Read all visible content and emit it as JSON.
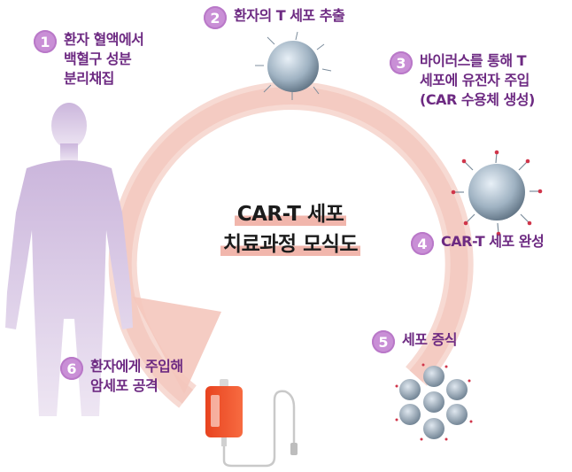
{
  "title": [
    "CAR-T 세포",
    "치료과정 모식도"
  ],
  "steps": [
    {
      "num": "1",
      "text": "환자 혈액에서\n백혈구 성분\n분리채집"
    },
    {
      "num": "2",
      "text": "환자의 T 세포 추출"
    },
    {
      "num": "3",
      "text": "바이러스를 통해 T\n세포에 유전자 주입\n(CAR 수용체 생성)"
    },
    {
      "num": "4",
      "text": "CAR-T 세포 완성"
    },
    {
      "num": "5",
      "text": "세포 증식"
    },
    {
      "num": "6",
      "text": "환자에게 주입해\n암세포 공격"
    }
  ],
  "colors": {
    "accent": "#6d2a82",
    "badge": "#c98fd6",
    "cycle_arrow": "#f4c7bd",
    "human": "#d8c6e3",
    "cell": "#8ea2b3",
    "iv_bag": "#ef4f2c"
  }
}
